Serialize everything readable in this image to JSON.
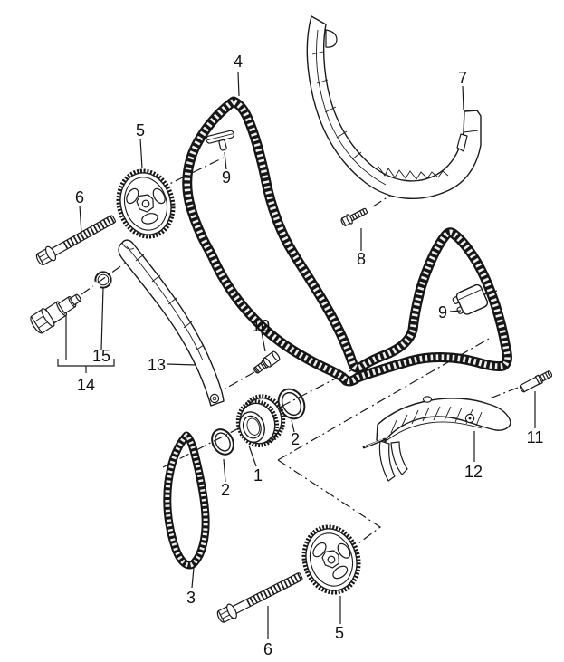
{
  "illustration": {
    "background_color": "#ffffff",
    "line_color": "#1a1a1a",
    "callouts": [
      {
        "id": "chain-top",
        "label": "4"
      },
      {
        "id": "sprocket-top",
        "label": "5"
      },
      {
        "id": "pad-top",
        "label": "9"
      },
      {
        "id": "bolt-top",
        "label": "6"
      },
      {
        "id": "guide-rail-upper",
        "label": "7"
      },
      {
        "id": "bolt-rail-upper",
        "label": "8"
      },
      {
        "id": "pad-right",
        "label": "9"
      },
      {
        "id": "guide-rail-left",
        "label": "13"
      },
      {
        "id": "sealing-ring-small",
        "label": "15"
      },
      {
        "id": "tensioner-assembly",
        "label": "14"
      },
      {
        "id": "bolt-small-center",
        "label": "10"
      },
      {
        "id": "oring-right",
        "label": "2"
      },
      {
        "id": "crank-gear",
        "label": "1"
      },
      {
        "id": "oring-left",
        "label": "2"
      },
      {
        "id": "chain-small",
        "label": "3"
      },
      {
        "id": "bolt-bottom",
        "label": "6"
      },
      {
        "id": "sprocket-bottom",
        "label": "5"
      },
      {
        "id": "tensioner-rail-right",
        "label": "12"
      },
      {
        "id": "stud-right",
        "label": "11"
      }
    ]
  }
}
